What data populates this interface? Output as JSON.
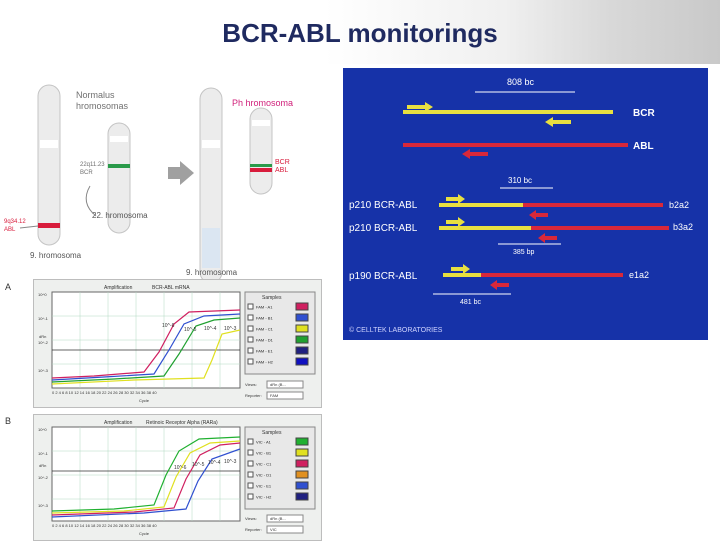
{
  "slide": {
    "title": "BCR-ABL monitorings"
  },
  "chromosome_panel": {
    "normal_label_1": "Normalus",
    "normal_label_2": "hromosomas",
    "ph_label": "Ph hromosoma",
    "band_22_1": "22q11.23",
    "band_22_2": "BCR",
    "band_9_1": "9q34.12",
    "band_9_2": "ABL",
    "fusion_1": "BCR",
    "fusion_2": "ABL",
    "label_22": "22. hromosoma",
    "label_9_left": "9. hromosoma",
    "label_9_right": "9. hromosoma"
  },
  "transcript_panel": {
    "bp_top": "808 bc",
    "bcr": "BCR",
    "abl": "ABL",
    "bp_mid": "310 bc",
    "p210a": "p210 BCR-ABL",
    "b2a2": "b2a2",
    "p210b": "p210 BCR-ABL",
    "b3a2": "b3a2",
    "bp_385": "385 bp",
    "p190": "p190 BCR-ABL",
    "e1a2": "e1a2",
    "bp_481": "481 bc",
    "copyright": "© CELLTEK LABORATORIES",
    "colors": {
      "background": "#1632a8",
      "bcr": "#e8e040",
      "abl": "#d8283a"
    }
  },
  "plot_a": {
    "letter": "A",
    "header_left": "Amplification",
    "header_mid": "BCR-ABL mRNA",
    "ytick_top": "10^0",
    "ytick_2": "10^-1",
    "ytick_3": "10^-2",
    "ytick_4": "10^-3",
    "ylabel": "dRn",
    "xticks": "0 2 4 6 8 10 12 14 16 18 20 22 24 26 28 30 32 34 36 38 40",
    "xlabel": "Cycle",
    "samples_title": "Samples",
    "samples": [
      "FAM - A1",
      "FAM - B1",
      "FAM - C1",
      "FAM - D1",
      "FAM - E1",
      "FAM - H2"
    ],
    "sample_colors": [
      "#d02060",
      "#3050d0",
      "#e0e020",
      "#20a030",
      "#202080",
      "#1010c0"
    ],
    "annot_1": "10^-6",
    "annot_2": "10^-5",
    "annot_3": "10^-4",
    "annot_4": "10^-3",
    "view_label": "Views:",
    "view_value": "dRn (B...",
    "reporter_label": "Reporter:",
    "reporter_value": "FAM"
  },
  "plot_b": {
    "letter": "B",
    "header_left": "Amplification",
    "header_mid": "Retinoic Receptor Alpha (RARa)",
    "ytick_top": "10^0",
    "ytick_2": "10^-1",
    "ytick_3": "10^-2",
    "ytick_4": "10^-3",
    "ylabel": "dRn",
    "xticks": "0 2 4 6 8 10 12 14 16 18 20 22 24 26 28 30 32 34 36 38 40",
    "xlabel": "Cycle",
    "samples_title": "Samples",
    "samples": [
      "VIC - A1",
      "VIC - B1",
      "VIC - C1",
      "VIC - D1",
      "VIC - E1",
      "VIC - H2"
    ],
    "sample_colors": [
      "#20b030",
      "#e0e020",
      "#d02060",
      "#e09020",
      "#3050d0",
      "#202080"
    ],
    "annot_1": "10^-6",
    "annot_2": "10^-5",
    "annot_3": "10^-4",
    "annot_4": "10^-3",
    "view_label": "Views:",
    "view_value": "dRn (B...",
    "reporter_label": "Reporter:",
    "reporter_value": "VIC"
  }
}
